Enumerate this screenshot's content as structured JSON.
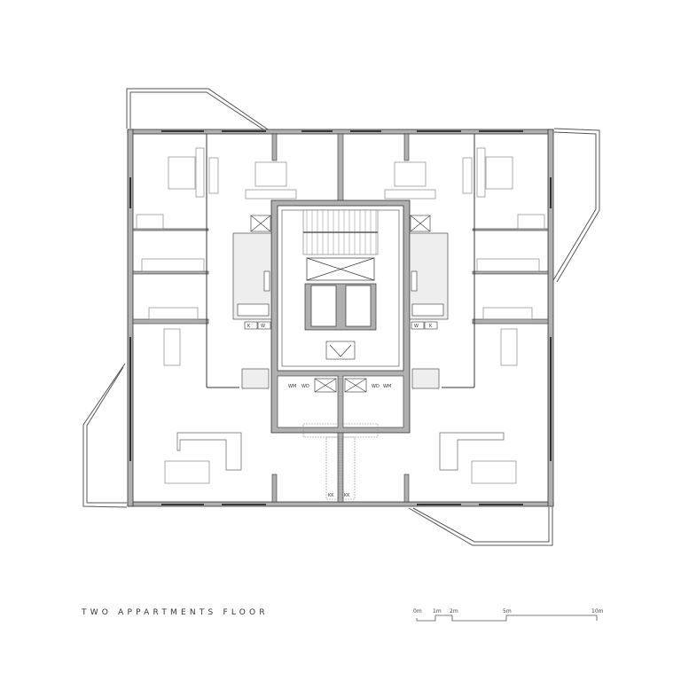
{
  "drawing": {
    "title": "TWO APPARTMENTS FLOOR",
    "type": "architectural floor plan",
    "colors": {
      "wall_fill": "#b0b0b0",
      "line": "#333333",
      "background": "#ffffff"
    }
  },
  "scale_bar": {
    "ticks": [
      {
        "label": "0m",
        "pos": 0
      },
      {
        "label": "1m",
        "pos": 1
      },
      {
        "label": "2m",
        "pos": 2
      },
      {
        "label": "5m",
        "pos": 5
      },
      {
        "label": "10m",
        "pos": 10
      }
    ]
  },
  "core": {
    "utility_labels": {
      "left_wm": "WM",
      "left_wd": "WD",
      "right_wd": "WD",
      "right_wm": "WM"
    },
    "kitchen_labels": {
      "left": "KK",
      "right": "KK"
    },
    "bath_labels": {
      "left_k": "K",
      "left_w": "W",
      "right_w": "W",
      "right_k": "K"
    }
  }
}
